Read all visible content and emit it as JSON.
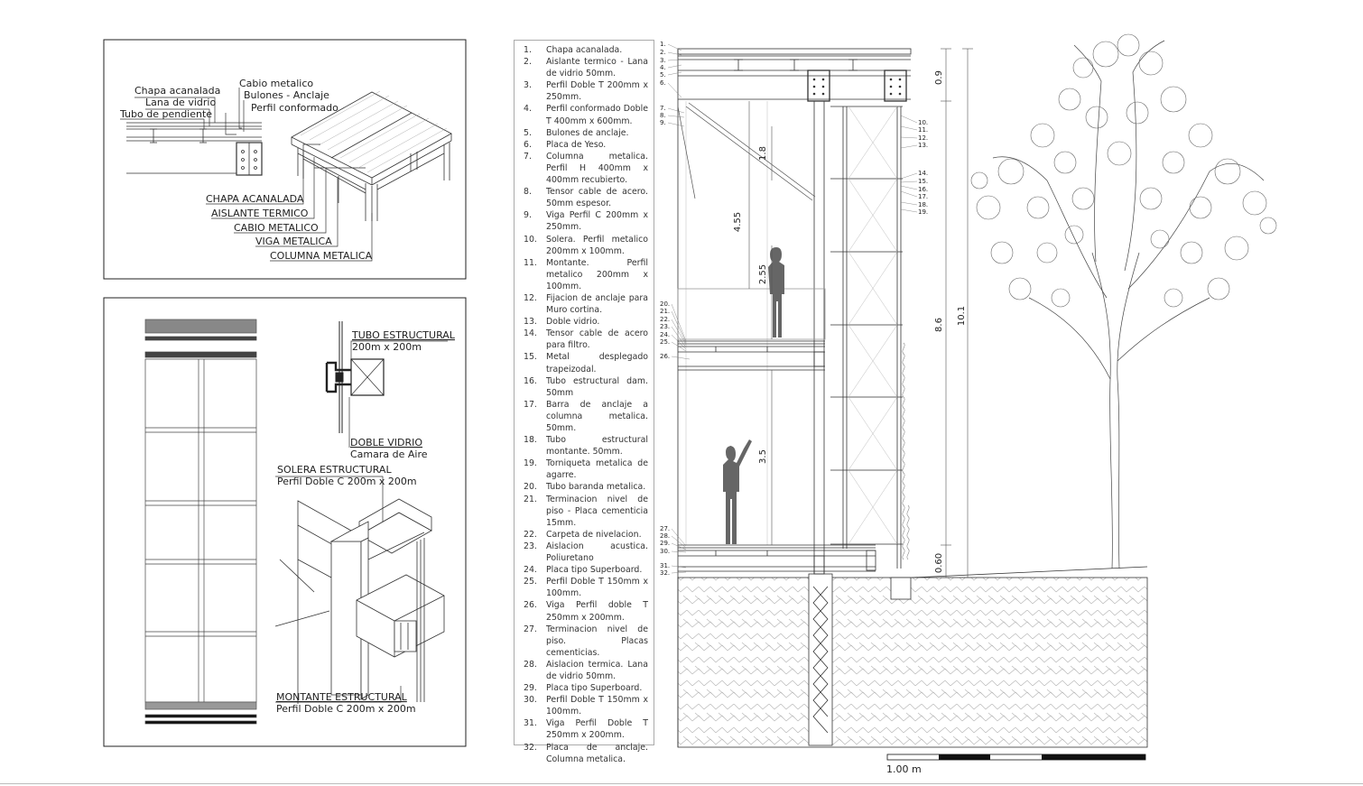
{
  "detail_roof": {
    "labels_left": [
      "Chapa acanalada",
      "Lana de vidrio",
      "Tubo de pendiente"
    ],
    "labels_top": [
      "Cabio metalico",
      "Bulones - Anclaje",
      "Perfil conformado"
    ],
    "labels_iso": [
      "CHAPA ACANALADA",
      "AISLANTE TERMICO",
      "CABIO METALICO",
      "VIGA METALICA",
      "COLUMNA METALICA"
    ]
  },
  "detail_wall": {
    "tubo_title": "TUBO ESTRUCTURAL",
    "tubo_size": "200m x 200m",
    "vidrio_title": "DOBLE VIDRIO",
    "vidrio_sub": "Camara de Aire",
    "solera_title": "SOLERA ESTRUCTURAL",
    "solera_sub": "Perfil Doble C 200m x 200m",
    "montante_title": "MONTANTE ESTRUCTURAL",
    "montante_sub": "Perfil Doble C 200m x 200m"
  },
  "legend": [
    {
      "n": "1.",
      "t": "Chapa acanalada."
    },
    {
      "n": "2.",
      "t": "Aislante termico - Lana de vidrio 50mm."
    },
    {
      "n": "3.",
      "t": "Perfil Doble T 200mm x 250mm."
    },
    {
      "n": "4.",
      "t": "Perfil conformado Doble T 400mm x 600mm."
    },
    {
      "n": "5.",
      "t": "Bulones de anclaje."
    },
    {
      "n": "6.",
      "t": "Placa de Yeso."
    },
    {
      "n": "7.",
      "t": "Columna metalica. Perfil H 400mm x 400mm recubierto."
    },
    {
      "n": "8.",
      "t": "Tensor cable de acero. 50mm espesor."
    },
    {
      "n": "9.",
      "t": "Viga Perfil C 200mm x 250mm."
    },
    {
      "n": "10.",
      "t": "Solera. Perfil metalico 200mm x 100mm."
    },
    {
      "n": "11.",
      "t": "Montante. Perfil metalico 200mm x 100mm."
    },
    {
      "n": "12.",
      "t": "Fijacion de anclaje para Muro cortina."
    },
    {
      "n": "13.",
      "t": "Doble vidrio."
    },
    {
      "n": "14.",
      "t": "Tensor cable de acero para filtro."
    },
    {
      "n": "15.",
      "t": "Metal desplegado trapeizodal."
    },
    {
      "n": "16.",
      "t": "Tubo estructural dam. 50mm"
    },
    {
      "n": "17.",
      "t": "Barra de anclaje a columna metalica. 50mm."
    },
    {
      "n": "18.",
      "t": "Tubo estructural montante. 50mm."
    },
    {
      "n": "19.",
      "t": "Torniqueta metalica de agarre."
    },
    {
      "n": "20.",
      "t": "Tubo baranda metalica."
    },
    {
      "n": "21.",
      "t": "Terminacion nivel de piso - Placa cementicia 15mm."
    },
    {
      "n": "22.",
      "t": "Carpeta de nivelacion."
    },
    {
      "n": "23.",
      "t": "Aislacion acustica. Poliuretano"
    },
    {
      "n": "24.",
      "t": "Placa tipo Superboard."
    },
    {
      "n": "25.",
      "t": "Perfil Doble T 150mm x 100mm."
    },
    {
      "n": "26.",
      "t": "Viga Perfil doble T 250mm x 200mm."
    },
    {
      "n": "27.",
      "t": "Terminacion nivel de piso. Placas cementicias."
    },
    {
      "n": "28.",
      "t": "Aislacion termica. Lana de vidrio 50mm."
    },
    {
      "n": "29.",
      "t": "Placa tipo Superboard."
    },
    {
      "n": "30.",
      "t": "Perfil Doble T 150mm x 100mm."
    },
    {
      "n": "31.",
      "t": "Viga Perfil Doble T 250mm x 200mm."
    },
    {
      "n": "32.",
      "t": "Placa de anclaje. Columna metalica."
    }
  ],
  "section": {
    "left_refs": [
      "1.",
      "2.",
      "3.",
      "4.",
      "5.",
      "6.",
      "7.",
      "8.",
      "9."
    ],
    "mid_refs": [
      "20.",
      "21.",
      "22.",
      "23.",
      "24.",
      "25.",
      "26."
    ],
    "low_refs": [
      "27.",
      "28.",
      "29.",
      "30.",
      "31.",
      "32."
    ],
    "right_refs_a": [
      "10.",
      "11.",
      "12.",
      "13."
    ],
    "right_refs_b": [
      "14.",
      "15.",
      "16.",
      "17.",
      "18.",
      "19."
    ],
    "dims_inner": [
      "1.8",
      "4.55",
      "2.55",
      "3.5"
    ],
    "dims_outer": [
      "0.9",
      "8.6",
      "10.1",
      "0.60"
    ]
  },
  "scale_label": "1.00 m"
}
